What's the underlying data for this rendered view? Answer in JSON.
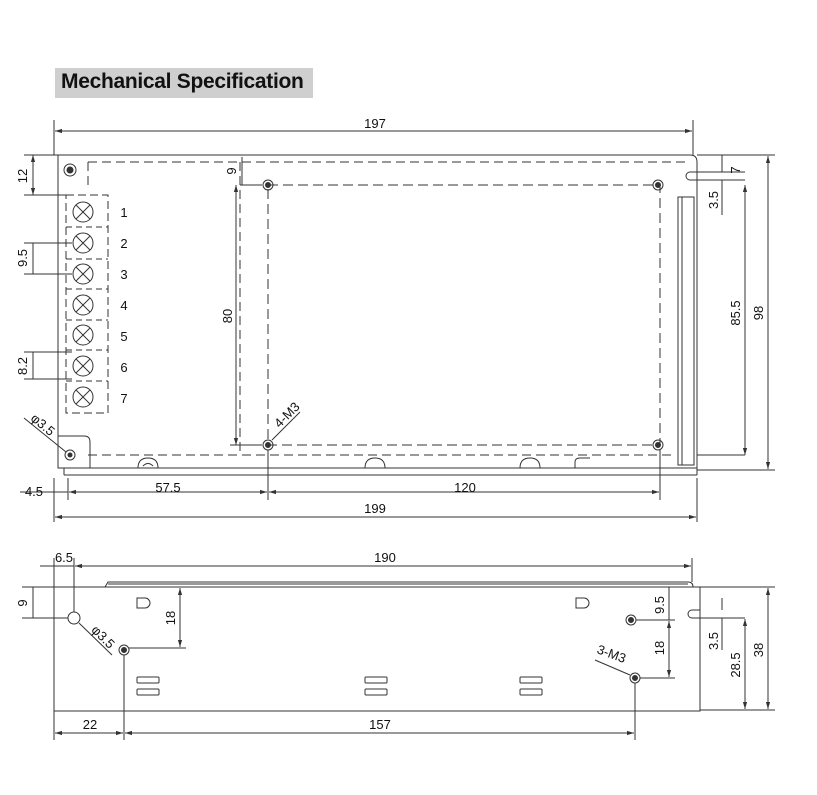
{
  "title": "Mechanical Specification",
  "colors": {
    "line": "#333333",
    "title_bg": "#cfcfcf"
  },
  "top_view": {
    "dims": {
      "overall_length": "197",
      "bottom_length": "199",
      "top_margin": "12",
      "mount_offset_top": "9",
      "right_slot_top": "7",
      "right_slot_gap": "3.5",
      "pcb_height": "80",
      "inner_height": "85.5",
      "overall_height": "98",
      "pin_pitch": "9.5",
      "pin_pitch_lower": "8.2",
      "hole_dia": "φ3.5",
      "screw_label": "4-M3",
      "left_offset": "4.5",
      "first_span": "57.5",
      "second_span": "120"
    },
    "terminal_pins": [
      "1",
      "2",
      "3",
      "4",
      "5",
      "6",
      "7"
    ]
  },
  "side_view": {
    "dims": {
      "left_offset": "6.5",
      "overall_length": "190",
      "top_margin": "9",
      "hole_dia": "φ3.5",
      "hole_drop": "18",
      "right_slot_top": "9.5",
      "right_hole_drop": "18",
      "screw_label": "3-M3",
      "slot_gap": "3.5",
      "inner_height": "28.5",
      "overall_height": "38",
      "bottom_left": "22",
      "bottom_span": "157"
    }
  }
}
